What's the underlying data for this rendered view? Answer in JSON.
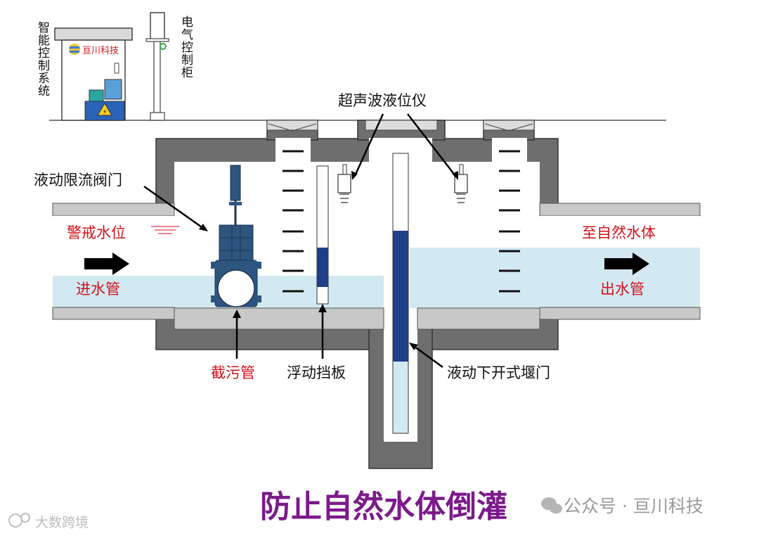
{
  "title": "防止自然水体倒灌",
  "watermark_right": "公众号 · 亘川科技",
  "watermark_left": "大数跨境",
  "brand_sign": "亘川科技",
  "labels": {
    "smart_control_system": "智能控制系统",
    "electric_cabinet": "电气控制柜",
    "ultrasonic_level_meter": "超声波液位仪",
    "hydraulic_limit_valve": "液动限流阀门",
    "warning_water_level": "警戒水位",
    "to_natural_water": "至自然水体",
    "inlet_pipe": "进水管",
    "outlet_pipe": "出水管",
    "sewage_pipe": "截污管",
    "floating_baffle": "浮动挡板",
    "hydraulic_weir_gate": "液动下开式堰门"
  },
  "colors": {
    "concrete": "#6e6e6e",
    "water": "#d3e9f2",
    "gate_blue": "#1f3f8a",
    "valve_blue": "#2e5580",
    "red_text": "#d0121b",
    "title_purple": "#7b1a8a"
  }
}
